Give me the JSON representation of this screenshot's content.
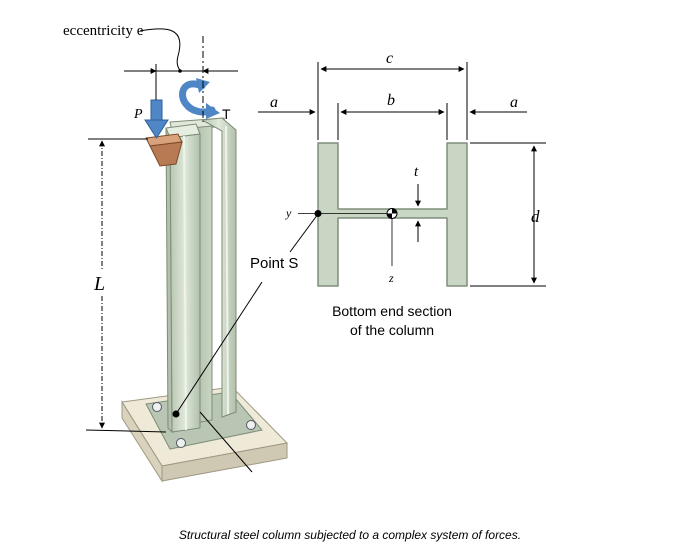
{
  "figure": {
    "caption": "Structural steel column subjected to a complex system of forces.",
    "labels": {
      "eccentricity": "eccentricity e",
      "load": "P",
      "torque": "T",
      "length": "L",
      "point": "Point S"
    },
    "section": {
      "title_line1": "Bottom end section",
      "title_line2": "of the column",
      "dim_a_left": "a",
      "dim_a_right": "a",
      "dim_b": "b",
      "dim_c": "c",
      "dim_d": "d",
      "dim_t": "t",
      "axis_y": "y",
      "axis_z": "z"
    },
    "colors": {
      "steel_face": "#c9d6c3",
      "steel_light": "#dfe8da",
      "steel_dark": "#a9b8a3",
      "arrow_blue": "#4f86c6",
      "bracket": "#c8926c",
      "base": "#ece6d4"
    }
  }
}
